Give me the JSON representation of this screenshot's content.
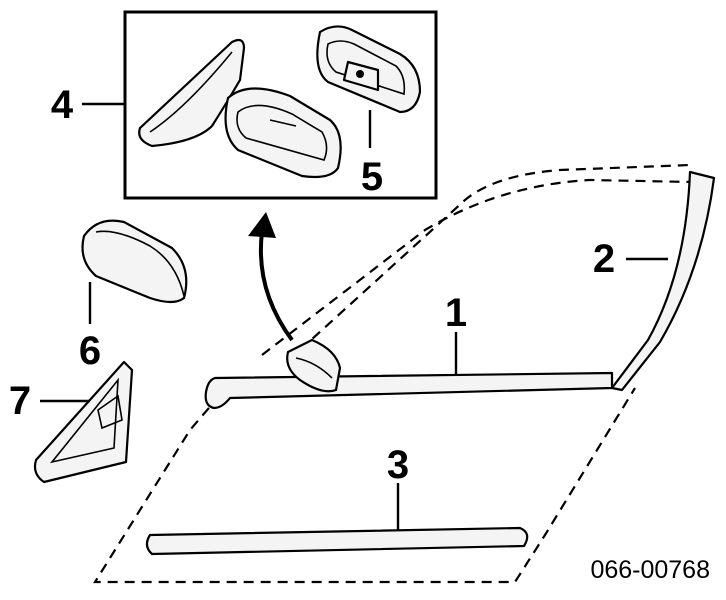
{
  "callouts": {
    "c1": "1",
    "c2": "2",
    "c3": "3",
    "c4": "4",
    "c5": "5",
    "c6": "6",
    "c7": "7"
  },
  "diagram_code": "066-00768"
}
